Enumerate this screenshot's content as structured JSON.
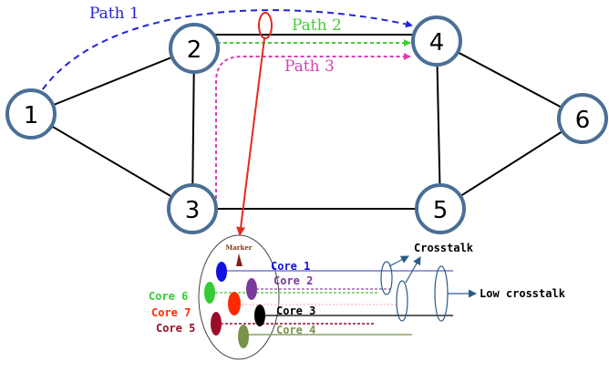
{
  "nodes": [
    {
      "id": "1",
      "label": "1"
    },
    {
      "id": "2",
      "label": "2"
    },
    {
      "id": "3",
      "label": "3"
    },
    {
      "id": "4",
      "label": "4"
    },
    {
      "id": "5",
      "label": "5"
    },
    {
      "id": "6",
      "label": "6"
    }
  ],
  "links": [
    [
      "1",
      "2"
    ],
    [
      "1",
      "3"
    ],
    [
      "2",
      "3"
    ],
    [
      "2",
      "4"
    ],
    [
      "3",
      "5"
    ],
    [
      "4",
      "5"
    ],
    [
      "4",
      "6"
    ],
    [
      "5",
      "6"
    ]
  ],
  "paths": [
    {
      "label": "Path 1",
      "color": "#2323d8",
      "route": [
        "1",
        "4"
      ]
    },
    {
      "label": "Path 2",
      "color": "#44cc33",
      "route": [
        "2",
        "4"
      ]
    },
    {
      "label": "Path 3",
      "color": "#d63fb7",
      "route": [
        "3",
        "4"
      ]
    }
  ],
  "fiber": {
    "marker_label": "Marker",
    "cores": [
      {
        "label": "Core 1",
        "color": "#1010e0"
      },
      {
        "label": "Core 2",
        "color": "#7a3a9a"
      },
      {
        "label": "Core 3",
        "color": "#000000"
      },
      {
        "label": "Core 4",
        "color": "#77924a"
      },
      {
        "label": "Core 5",
        "color": "#9b0d2a"
      },
      {
        "label": "Core 6",
        "color": "#33cc33"
      },
      {
        "label": "Core 7",
        "color": "#ff2a00"
      }
    ]
  },
  "annotations": {
    "crosstalk": "Crosstalk",
    "low_crosstalk": "Low crosstalk"
  },
  "colors": {
    "node_stroke": "#4a6f96",
    "link": "#000000",
    "pointer": "#e8281e",
    "crosstalk_arrow": "#2a5a8a"
  }
}
